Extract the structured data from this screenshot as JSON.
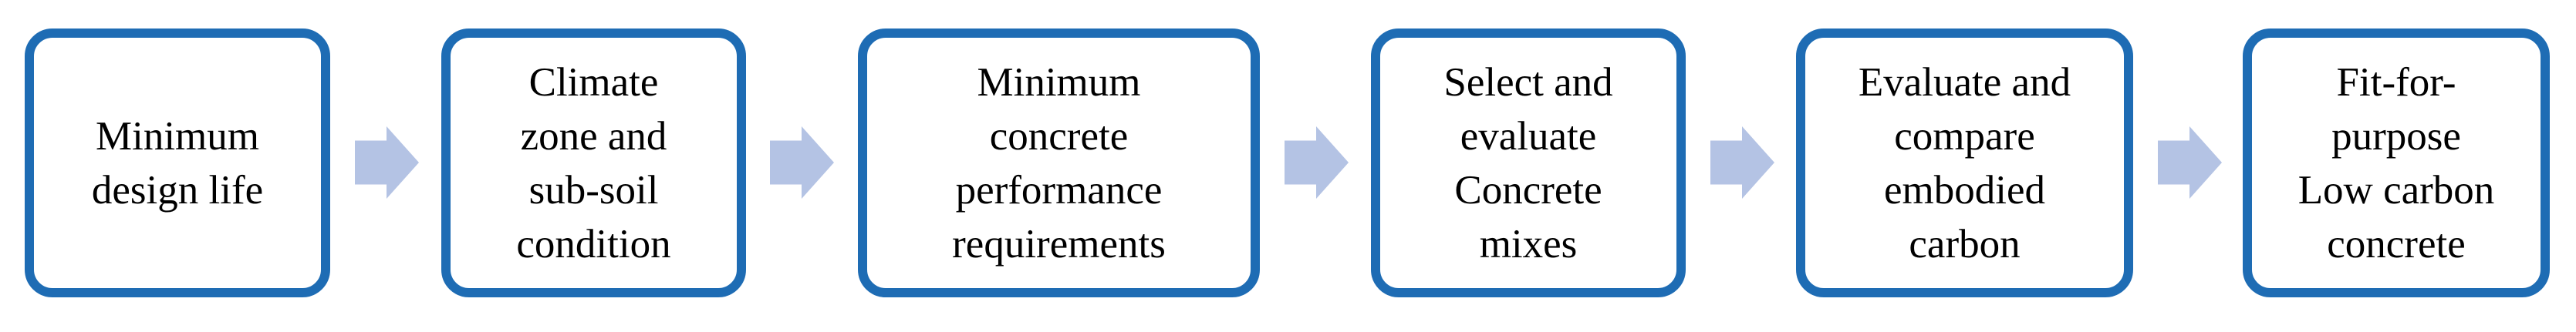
{
  "figure": {
    "type": "flowchart",
    "direction": "left-to-right",
    "background_color": "#FFFFFF",
    "box_border_color": "#1E6CB4",
    "box_fill_color": "#FFFFFF",
    "arrow_color": "#B4C3E4",
    "text_color": "#000000",
    "step_count": 6,
    "arrow_icon": "right-block-arrow"
  },
  "steps": [
    {
      "label": "Minimum design life",
      "lines": [
        "Minimum",
        "design life"
      ]
    },
    {
      "label": "Climate zone and sub-soil condition",
      "lines": [
        "Climate",
        "zone and",
        "sub-soil",
        "condition"
      ]
    },
    {
      "label": "Minimum concrete performance requirements",
      "lines": [
        "Minimum",
        "concrete",
        "performance",
        "requirements"
      ]
    },
    {
      "label": "Select and evaluate Concrete mixes",
      "lines": [
        "Select and",
        "evaluate",
        "Concrete",
        "mixes"
      ]
    },
    {
      "label": "Evaluate and compare embodied carbon",
      "lines": [
        "Evaluate and",
        "compare",
        "embodied",
        "carbon"
      ]
    },
    {
      "label": "Fit-for-purpose Low carbon concrete",
      "lines": [
        "Fit-for-",
        "purpose",
        "Low carbon",
        "concrete"
      ]
    }
  ]
}
